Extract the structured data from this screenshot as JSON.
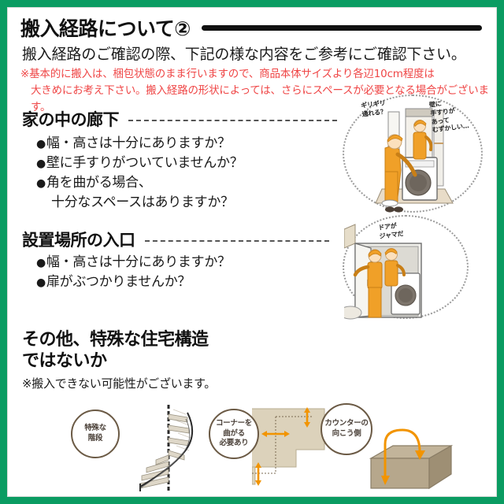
{
  "colors": {
    "border_green": "#0a9c62",
    "title_black": "#111111",
    "warning_red": "#ef4545",
    "uniform_orange": "#f0a028",
    "diagram_tan": "#d8cdb5",
    "arrow_orange": "#f29400",
    "circle_brown": "#6b5a45"
  },
  "header": {
    "title": "搬入経路について②",
    "lead": "搬入経路のご確認の際、下記の様な内容をご参考にご確認下さい。",
    "note_line1": "※基本的に搬入は、梱包状態のまま行いますので、商品本体サイズより各辺10cm程度は",
    "note_line2": "大きめにお考え下さい。搬入経路の形状によっては、さらにスペースが必要となる場合がございます。"
  },
  "sections": [
    {
      "heading": "家の中の廊下",
      "bullets": [
        {
          "text": "幅・高さは十分にありますか？"
        },
        {
          "text": "壁に手すりがついていませんか？"
        },
        {
          "text": "角を曲がる場合、",
          "cont": "十分なスペースはありますか？"
        }
      ],
      "illustration": {
        "name": "corridor-delivery-illustration",
        "handwritten_left": "ギリギリ\n通れる？",
        "handwritten_right": "壁に\n手すりが\nあって\nむずかしい…"
      }
    },
    {
      "heading": "設置場所の入口",
      "bullets": [
        {
          "text": "幅・高さは十分にありますか？"
        },
        {
          "text": "扉がぶつかりませんか？"
        }
      ],
      "illustration": {
        "name": "doorway-delivery-illustration",
        "handwritten": "ドアが\nジャマだ"
      }
    }
  ],
  "section3": {
    "title_line1": "その他、特殊な住宅構造",
    "title_line2": "ではないか",
    "note": "※搬入できない可能性がございます。"
  },
  "diagrams": [
    {
      "label_line1": "特殊な",
      "label_line2": "階段",
      "label_line3": "",
      "name": "spiral-staircase-diagram"
    },
    {
      "label_line1": "コーナーを",
      "label_line2": "曲がる",
      "label_line3": "必要あり",
      "name": "corner-turn-diagram"
    },
    {
      "label_line1": "カウンターの",
      "label_line2": "向こう側",
      "label_line3": "",
      "name": "over-counter-diagram"
    }
  ]
}
